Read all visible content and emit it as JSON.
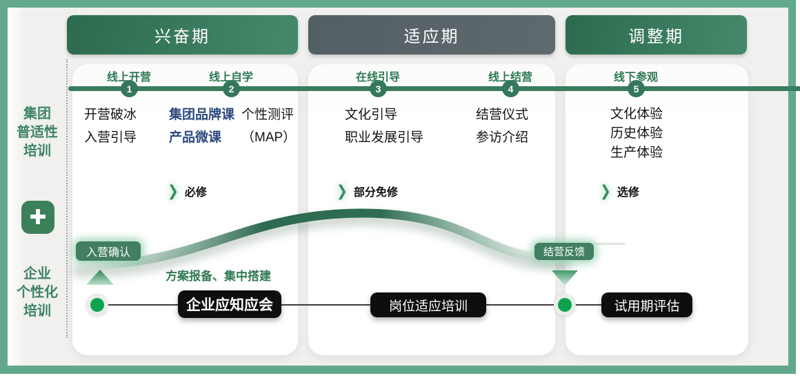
{
  "colors": {
    "frame_green": "#62a98b",
    "header_green": "#2d6a4e",
    "header_gray": "#5a666b",
    "timeline_green": "#3a7c5e",
    "navy_text": "#2e4a80",
    "accent_green_text": "#2c7a52",
    "dot_green": "#0ea24e",
    "pill_black": "#0e0e0e"
  },
  "sidebar": {
    "top_label": "集团\n普适性\n培训",
    "plus_glyph": "✚",
    "bottom_label": "企业\n个性化\n培训"
  },
  "phases": {
    "p1": "兴奋期",
    "p2": "适应期",
    "p3": "调整期"
  },
  "steps": [
    {
      "num": "1",
      "label": "线上开营"
    },
    {
      "num": "2",
      "label": "线上自学"
    },
    {
      "num": "3",
      "label": "在线引导"
    },
    {
      "num": "4",
      "label": "线上结营"
    },
    {
      "num": "5",
      "label": "线下参观"
    }
  ],
  "chevron_glyph": "❯",
  "card1": {
    "col_a": "开营破冰\n入营引导",
    "col_b": "集团品牌课\n产品微课",
    "col_c": "个性测评\n（MAP）",
    "tag": "必修"
  },
  "card2": {
    "col_a": "文化引导\n职业发展引导",
    "col_b": "结营仪式\n参访介绍",
    "tag": "部分免修"
  },
  "card3": {
    "col_a": "文化体验\n历史体验\n生产体验",
    "tag": "选修"
  },
  "bottom": {
    "confirm_tag": "入营确认",
    "feedback_tag": "结营反馈",
    "note": "方案报备、集中搭建",
    "pill1": "企业应知应会",
    "pill2": "岗位适应培训",
    "pill3": "试用期评估"
  }
}
